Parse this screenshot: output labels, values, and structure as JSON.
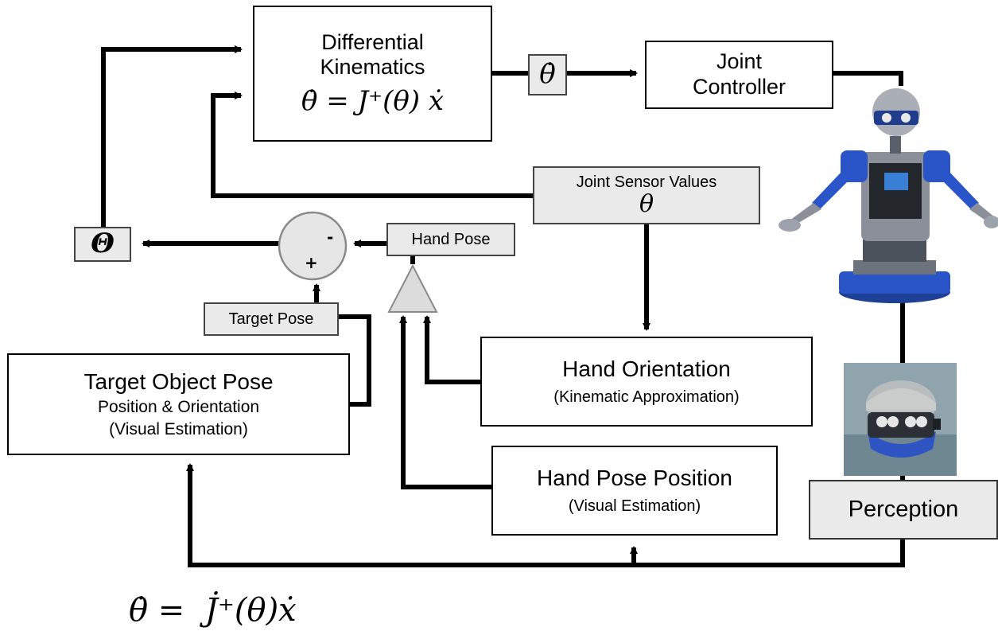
{
  "diagram": {
    "differential_kinematics": {
      "line1": "Differential",
      "line2": "Kinematics",
      "equation": "θ̇ = J⁺(θ) ẋ"
    },
    "theta_dot_label": "θ̇",
    "joint_controller": {
      "line1": "Joint",
      "line2": "Controller"
    },
    "joint_sensor_values": {
      "label": "Joint Sensor Values",
      "symbol": "θ"
    },
    "theta_error_label": "Θ",
    "comparator": {
      "minus": "-",
      "plus": "+"
    },
    "hand_pose_label": "Hand Pose",
    "target_pose_label": "Target Pose",
    "target_object_pose": {
      "title": "Target Object Pose",
      "line2": "Position & Orientation",
      "line3": "(Visual Estimation)"
    },
    "hand_orientation": {
      "title": "Hand Orientation",
      "subtitle": "(Kinematic Approximation)"
    },
    "hand_pose_position": {
      "title": "Hand Pose Position",
      "subtitle": "(Visual Estimation)"
    },
    "perception_label": "Perception",
    "bottom_equation": "θ̇ =  J̇⁺(θ)ẋ"
  },
  "colors": {
    "robot_blue": "#2a55c8",
    "robot_metal": "#8a8f99",
    "tag_fill": "#eaeaea",
    "line": "#000000"
  }
}
